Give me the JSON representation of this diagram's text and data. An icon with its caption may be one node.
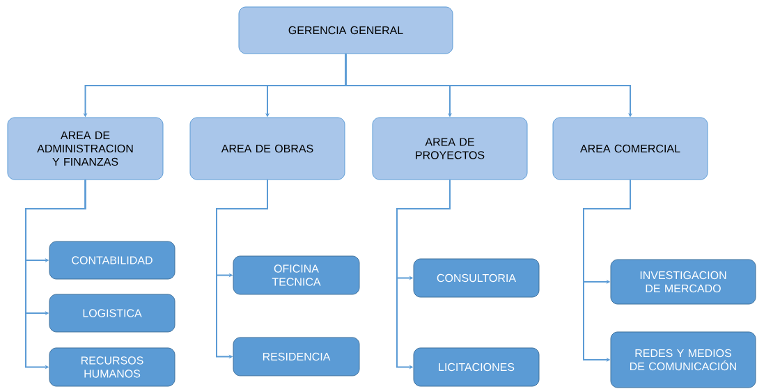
{
  "diagram": {
    "nodes": [
      {
        "text": [
          "GERENCIA GENERAL"
        ]
      },
      {
        "text": [
          "AREA DE ADMINISTRACION Y FINANZAS"
        ]
      },
      {
        "text": [
          "AREA DE OBRAS"
        ]
      },
      {
        "text": [
          "AREA DE PROYECTOS"
        ]
      },
      {
        "text": [
          "AREA COMERCIAL"
        ]
      },
      {
        "text": [
          "CONTABILIDAD"
        ]
      },
      {
        "text": [
          "LOGISTICA"
        ]
      },
      {
        "text": [
          "RECURSOS HUMANOS"
        ]
      },
      {
        "text": [
          "OFICINA TECNICA"
        ]
      },
      {
        "text": [
          "RESIDENCIA"
        ]
      },
      {
        "text": [
          "CONSULTORIA"
        ]
      },
      {
        "text": [
          "LICITACIONES"
        ]
      },
      {
        "text": [
          "INVESTIGACION DE MERCADO"
        ]
      },
      {
        "text": [
          "REDES Y MEDIOS DE COMUNICACIÓN"
        ]
      }
    ],
    "edges": [
      {
        "from": 0,
        "to": 1,
        "arrow": "to"
      },
      {
        "from": 0,
        "to": 2,
        "arrow": "to"
      },
      {
        "from": 0,
        "to": 3,
        "arrow": "to"
      },
      {
        "from": 0,
        "to": 4,
        "arrow": "to"
      },
      {
        "from": 1,
        "to": 5,
        "arrow": "to"
      },
      {
        "from": 1,
        "to": 6,
        "arrow": "to"
      },
      {
        "from": 1,
        "to": 7,
        "arrow": "to"
      },
      {
        "from": 2,
        "to": 8,
        "arrow": "to"
      },
      {
        "from": 2,
        "to": 9,
        "arrow": "to"
      },
      {
        "from": 3,
        "to": 10,
        "arrow": "to"
      },
      {
        "from": 3,
        "to": 11,
        "arrow": "to"
      },
      {
        "from": 4,
        "to": 12,
        "arrow": "to"
      },
      {
        "from": 4,
        "to": 13,
        "arrow": "to"
      }
    ]
  }
}
